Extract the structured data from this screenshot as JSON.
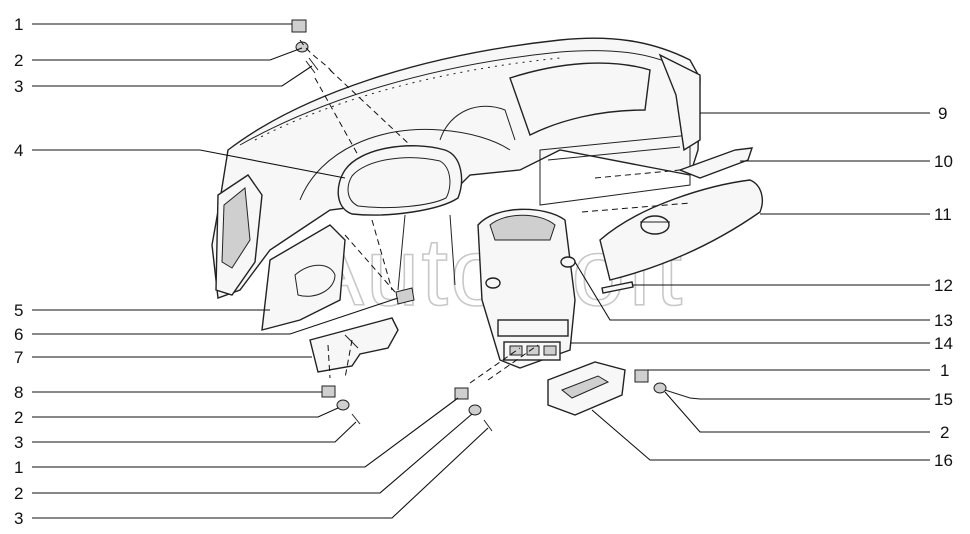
{
  "watermark": "AutoSoft",
  "callouts": {
    "left": [
      "1",
      "2",
      "3",
      "4",
      "5",
      "6",
      "7",
      "8",
      "2",
      "3",
      "1",
      "2",
      "3"
    ],
    "right": [
      "9",
      "10",
      "11",
      "12",
      "13",
      "14",
      "1",
      "15",
      "2",
      "16"
    ]
  }
}
